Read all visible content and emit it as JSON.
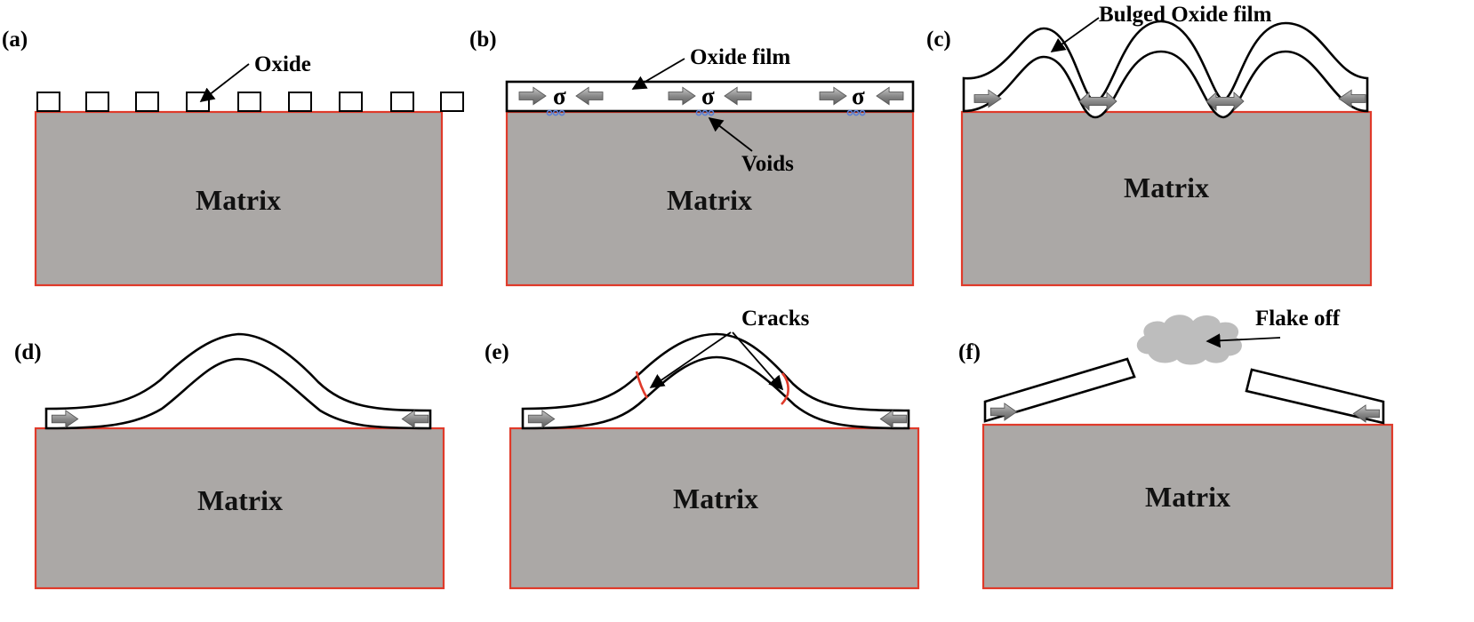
{
  "panels": [
    {
      "id": "a",
      "letter": "(a)",
      "matrix_label": "Matrix",
      "callout": "Oxide"
    },
    {
      "id": "b",
      "letter": "(b)",
      "matrix_label": "Matrix",
      "callout": "Oxide film",
      "callout2": "Voids",
      "stress_symbol": "σ"
    },
    {
      "id": "c",
      "letter": "(c)",
      "matrix_label": "Matrix",
      "callout": "Bulged Oxide film"
    },
    {
      "id": "d",
      "letter": "(d)",
      "matrix_label": "Matrix"
    },
    {
      "id": "e",
      "letter": "(e)",
      "matrix_label": "Matrix",
      "callout": "Cracks"
    },
    {
      "id": "f",
      "letter": "(f)",
      "matrix_label": "Matrix",
      "callout": "Flake off"
    }
  ],
  "colors": {
    "matrix_fill": "#aba8a6",
    "matrix_border": "#e03a2a",
    "arrow_fill": "#8a8a8a",
    "crack": "#e03a2a",
    "void": "#5b7fd6"
  }
}
